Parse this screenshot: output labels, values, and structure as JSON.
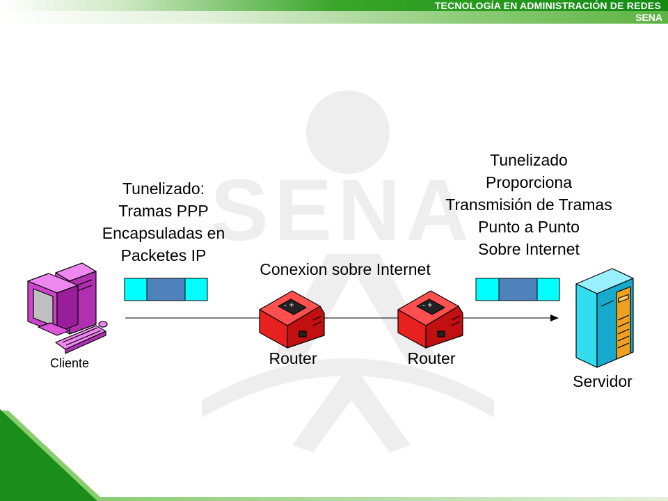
{
  "header": {
    "title": "TECNOLOGÍA EN ADMINISTRACIÓN DE REDES",
    "subtitle": "SENA"
  },
  "watermark": {
    "text": "SENA"
  },
  "labels": {
    "left_tunnel": [
      "Tunelizado:",
      "Tramas PPP",
      "Encapsuladas en",
      "Packetes IP"
    ],
    "right_tunnel": [
      "Tunelizado",
      "Proporciona",
      "Transmisión de Tramas",
      "Punto a Punto",
      "Sobre Internet"
    ],
    "connection": "Conexion sobre Internet",
    "cliente": "Cliente",
    "router_1": "Router",
    "router_2": "Router",
    "servidor": "Servidor"
  },
  "colors": {
    "header_green": "#128a12",
    "client_magenta": "#cc44cc",
    "router_red": "#e82020",
    "server_cyan": "#33ddee",
    "server_orange": "#f0a020",
    "packet_cyan": "#00ffff",
    "packet_blue": "#4f81bd"
  },
  "icons": {
    "client": "desktop-computer-icon",
    "router": "router-icon",
    "server": "server-tower-icon",
    "packet": "encapsulated-packet-icon"
  }
}
